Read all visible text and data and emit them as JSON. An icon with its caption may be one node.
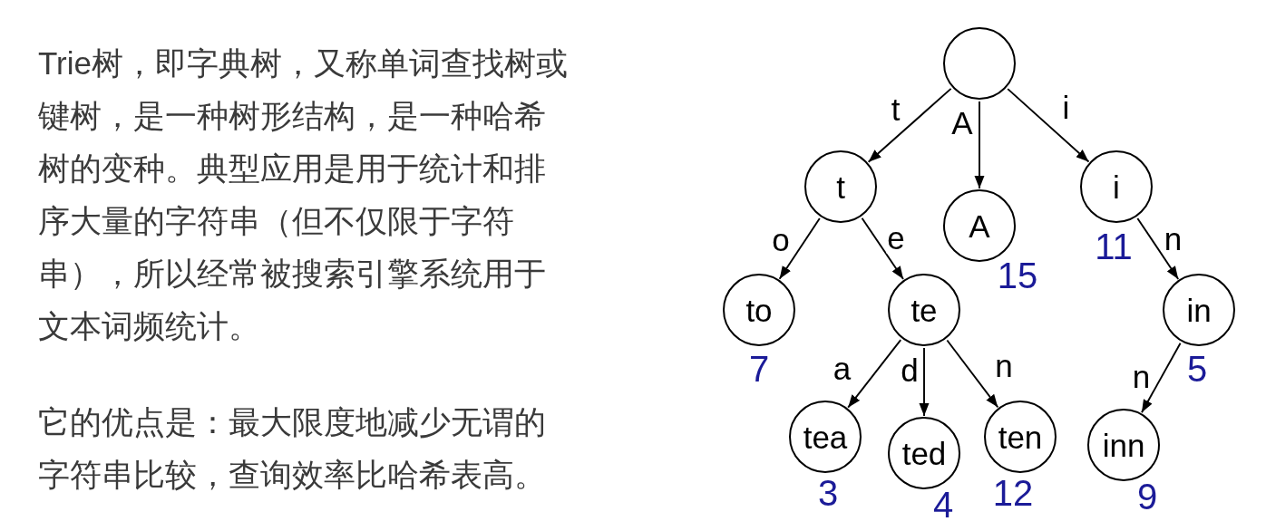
{
  "diagram": {
    "nodes": [
      {
        "text": [],
        "shape": "circle"
      },
      {
        "text": [
          "t"
        ]
      },
      {
        "text": [
          "A"
        ],
        "beside": [
          "15"
        ]
      },
      {
        "text": [
          "i"
        ],
        "beside": [
          "11"
        ]
      },
      {
        "text": [
          "to"
        ],
        "beside": [
          "7"
        ]
      },
      {
        "text": [
          "te"
        ]
      },
      {
        "text": [
          "in"
        ],
        "beside": [
          "5"
        ]
      },
      {
        "text": [
          "tea"
        ],
        "beside": [
          "3"
        ]
      },
      {
        "text": [
          "ted"
        ],
        "beside": [
          "4"
        ]
      },
      {
        "text": [
          "ten"
        ],
        "beside": [
          "12"
        ]
      },
      {
        "text": [
          "inn"
        ],
        "beside": [
          "9"
        ]
      }
    ],
    "edges": [
      {
        "from": 0,
        "to": 1,
        "arrow": "to",
        "label": "t"
      },
      {
        "from": 0,
        "to": 2,
        "arrow": "to",
        "label": "A"
      },
      {
        "from": 0,
        "to": 3,
        "arrow": "to",
        "label": "i"
      },
      {
        "from": 1,
        "to": 4,
        "arrow": "to",
        "label": "o"
      },
      {
        "from": 1,
        "to": 5,
        "arrow": "to",
        "label": "e"
      },
      {
        "from": 3,
        "to": 6,
        "arrow": "to",
        "label": "n"
      },
      {
        "from": 5,
        "to": 7,
        "arrow": "to",
        "label": "a"
      },
      {
        "from": 5,
        "to": 8,
        "arrow": "to",
        "label": "d"
      },
      {
        "from": 5,
        "to": 9,
        "arrow": "to",
        "label": "n"
      },
      {
        "from": 6,
        "to": 10,
        "arrow": "to",
        "label": "n"
      }
    ],
    "labels": [
      "Trie树，即字典树，又称单词查找树或键树，是一种树形结构，是一种哈希树的变种。典型应用是用于统计和排序大量的字符串（但不仅限于字符串），所以经常被搜索引擎系统用于文本词频统计。",
      "它的优点是：最大限度地减少无谓的字符串比较，查询效率比哈希表高。"
    ]
  }
}
